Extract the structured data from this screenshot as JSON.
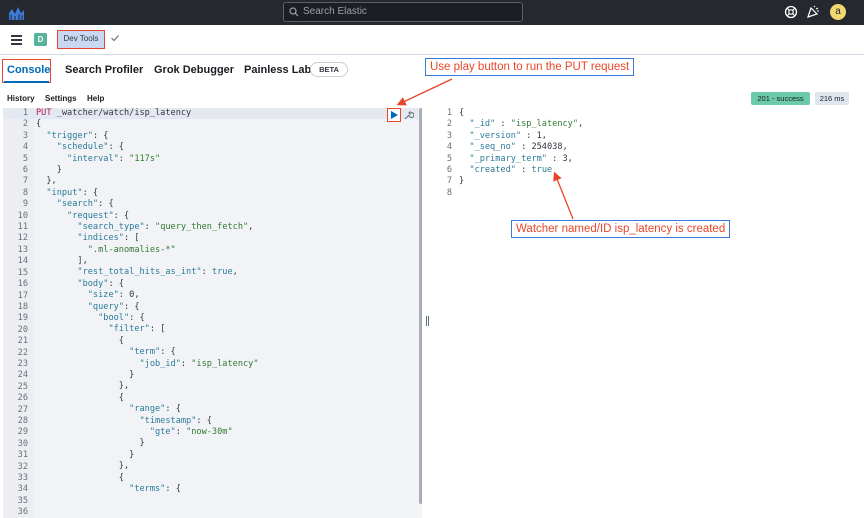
{
  "header": {
    "search_placeholder": "Search Elastic",
    "avatar_letter": "a"
  },
  "breadcrumb": {
    "space_badge": "D",
    "app_name": "Dev Tools"
  },
  "tabs": [
    {
      "label": "Console",
      "active": true
    },
    {
      "label": "Search Profiler",
      "active": false
    },
    {
      "label": "Grok Debugger",
      "active": false
    },
    {
      "label": "Painless Lab",
      "active": false
    }
  ],
  "beta_badge": "BETA",
  "console_menu": [
    "History",
    "Settings",
    "Help"
  ],
  "response_status": {
    "status": "201 - success",
    "time": "216 ms",
    "status_color": "#6dcaa9"
  },
  "request_editor": {
    "lines": [
      "PUT _watcher/watch/isp_latency",
      "{",
      "  \"trigger\": {",
      "    \"schedule\": {",
      "      \"interval\": \"117s\"",
      "    }",
      "  },",
      "  \"input\": {",
      "    \"search\": {",
      "      \"request\": {",
      "        \"search_type\": \"query_then_fetch\",",
      "        \"indices\": [",
      "          \".ml-anomalies-*\"",
      "        ],",
      "        \"rest_total_hits_as_int\": true,",
      "        \"body\": {",
      "          \"size\": 0,",
      "          \"query\": {",
      "            \"bool\": {",
      "              \"filter\": [",
      "                {",
      "                  \"term\": {",
      "                    \"job_id\": \"isp_latency\"",
      "                  }",
      "                },",
      "                {",
      "                  \"range\": {",
      "                    \"timestamp\": {",
      "                      \"gte\": \"now-30m\"",
      "                    }",
      "                  }",
      "                },",
      "                {",
      "                  \"terms\": {"
    ],
    "line_numbers": [
      "1",
      "2",
      "3",
      "4",
      "5",
      "6",
      "7",
      "8",
      "9",
      "10",
      "11",
      "12",
      "13",
      "14",
      "15",
      "16",
      "17",
      "18",
      "19",
      "20",
      "21",
      "22",
      "23",
      "24",
      "25",
      "26",
      "27",
      "28",
      "29",
      "30",
      "31",
      "32",
      "33",
      "34",
      "35",
      "36"
    ]
  },
  "response_editor": {
    "lines": [
      "{",
      "  \"_id\" : \"isp_latency\",",
      "  \"_version\" : 1,",
      "  \"_seq_no\" : 254038,",
      "  \"_primary_term\" : 3,",
      "  \"created\" : true",
      "}",
      ""
    ],
    "line_numbers": [
      "1",
      "2",
      "3",
      "4",
      "5",
      "6",
      "7",
      "8"
    ]
  },
  "annotations": {
    "play_callout": "Use play button to run the PUT request",
    "created_callout": "Watcher named/ID isp_latency is created",
    "callout_text_color": "#e8462a",
    "callout_border_color": "#3b7ad6"
  }
}
